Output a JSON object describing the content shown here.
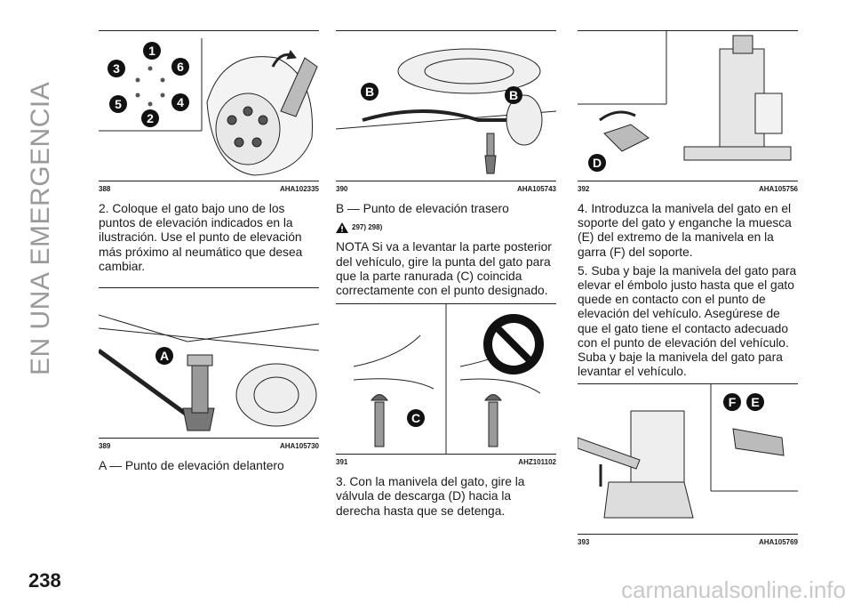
{
  "section_title": "EN UNA EMERGENCIA",
  "page_number": "238",
  "watermark": "carmanualsonline.info",
  "col1": {
    "fig1": {
      "num": "388",
      "code": "AHA102335",
      "labels": [
        "1",
        "2",
        "3",
        "4",
        "5",
        "6"
      ]
    },
    "para1": "2. Coloque el gato bajo uno de los puntos de elevación indicados en la ilustración. Use el punto de elevación más próximo al neumático que desea cambiar.",
    "fig2": {
      "num": "389",
      "code": "AHA105730",
      "label": "A"
    },
    "para2": "A — Punto de elevación delantero"
  },
  "col2": {
    "fig1": {
      "num": "390",
      "code": "AHA105743",
      "labels": [
        "B",
        "B"
      ]
    },
    "para1": "B — Punto de elevación trasero",
    "warn_refs": "297) 298)",
    "para2": "NOTA Si va a levantar la parte posterior del vehículo, gire la punta del gato para que la parte ranurada (C) coincida correctamente con el punto designado.",
    "fig2": {
      "num": "391",
      "code": "AHZ101102",
      "label": "C"
    },
    "para3": "3. Con la manivela del gato, gire la válvula de descarga (D) hacia la derecha hasta que se detenga."
  },
  "col3": {
    "fig1": {
      "num": "392",
      "code": "AHA105756",
      "label": "D"
    },
    "para1": "4. Introduzca la manivela del gato en el soporte del gato y enganche la muesca (E) del extremo de la manivela en la garra (F) del soporte.",
    "para2": "5. Suba y baje la manivela del gato para elevar el émbolo justo hasta que el gato quede en contacto con el punto de elevación del vehículo. Asegúrese de que el gato tiene el contacto adecuado con el punto de elevación del vehículo. Suba y baje la manivela del gato para levantar el vehículo.",
    "fig2": {
      "num": "393",
      "code": "AHA105769",
      "labels": [
        "F",
        "E"
      ]
    }
  }
}
